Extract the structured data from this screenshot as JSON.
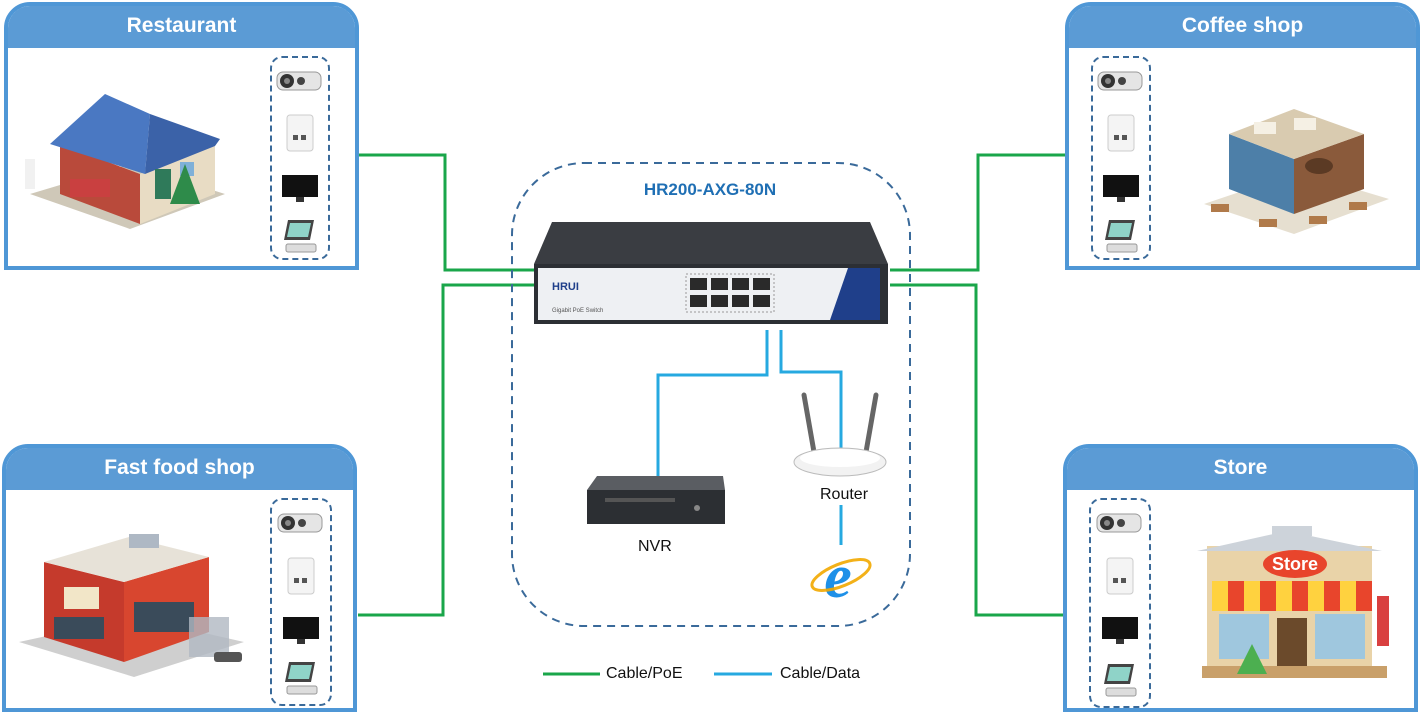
{
  "diagram": {
    "switch_model": "HR200-AXG-80N",
    "switch_brand": "HRUI",
    "switch_caption": "Gigabit PoE Switch",
    "panels": [
      {
        "id": "restaurant",
        "title": "Restaurant"
      },
      {
        "id": "coffee",
        "title": "Coffee shop"
      },
      {
        "id": "fastfood",
        "title": "Fast food shop"
      },
      {
        "id": "store",
        "title": "Store",
        "sign": "Store"
      }
    ],
    "devices": [
      "camera-icon",
      "wifi-ap-icon",
      "monitor-icon",
      "pos-terminal-icon"
    ],
    "nvr_label": "NVR",
    "router_label": "Router",
    "legend": [
      {
        "label": "Cable/PoE",
        "color": "#1aa64a"
      },
      {
        "label": "Cable/Data",
        "color": "#26a9e0"
      }
    ],
    "colors": {
      "panel_header": "#5b9bd5",
      "dashed_border": "#3a6a9a",
      "title_blue": "#1f6fb4"
    }
  }
}
